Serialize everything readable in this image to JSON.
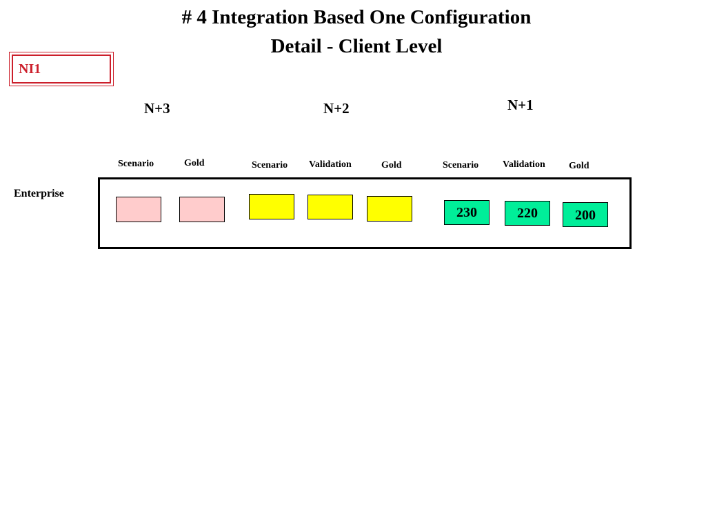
{
  "title": {
    "line1": "# 4 Integration Based  One Configuration",
    "line2": "Detail - Client Level"
  },
  "tag": "NI1",
  "tag_color": "#cc1f2b",
  "groups": [
    {
      "heading": "N+3",
      "color": "#ffcccc",
      "columns": [
        {
          "label": "Scenario",
          "value": ""
        },
        {
          "label": "Gold",
          "value": ""
        }
      ]
    },
    {
      "heading": "N+2",
      "color": "#ffff00",
      "columns": [
        {
          "label": "Scenario",
          "value": ""
        },
        {
          "label": "Validation",
          "value": ""
        },
        {
          "label": "Gold",
          "value": ""
        }
      ]
    },
    {
      "heading": "N+1",
      "color": "#00ee99",
      "columns": [
        {
          "label": "Scenario",
          "value": "230"
        },
        {
          "label": "Validation",
          "value": "220"
        },
        {
          "label": "Gold",
          "value": "200"
        }
      ]
    }
  ],
  "row_label": "Enterprise"
}
